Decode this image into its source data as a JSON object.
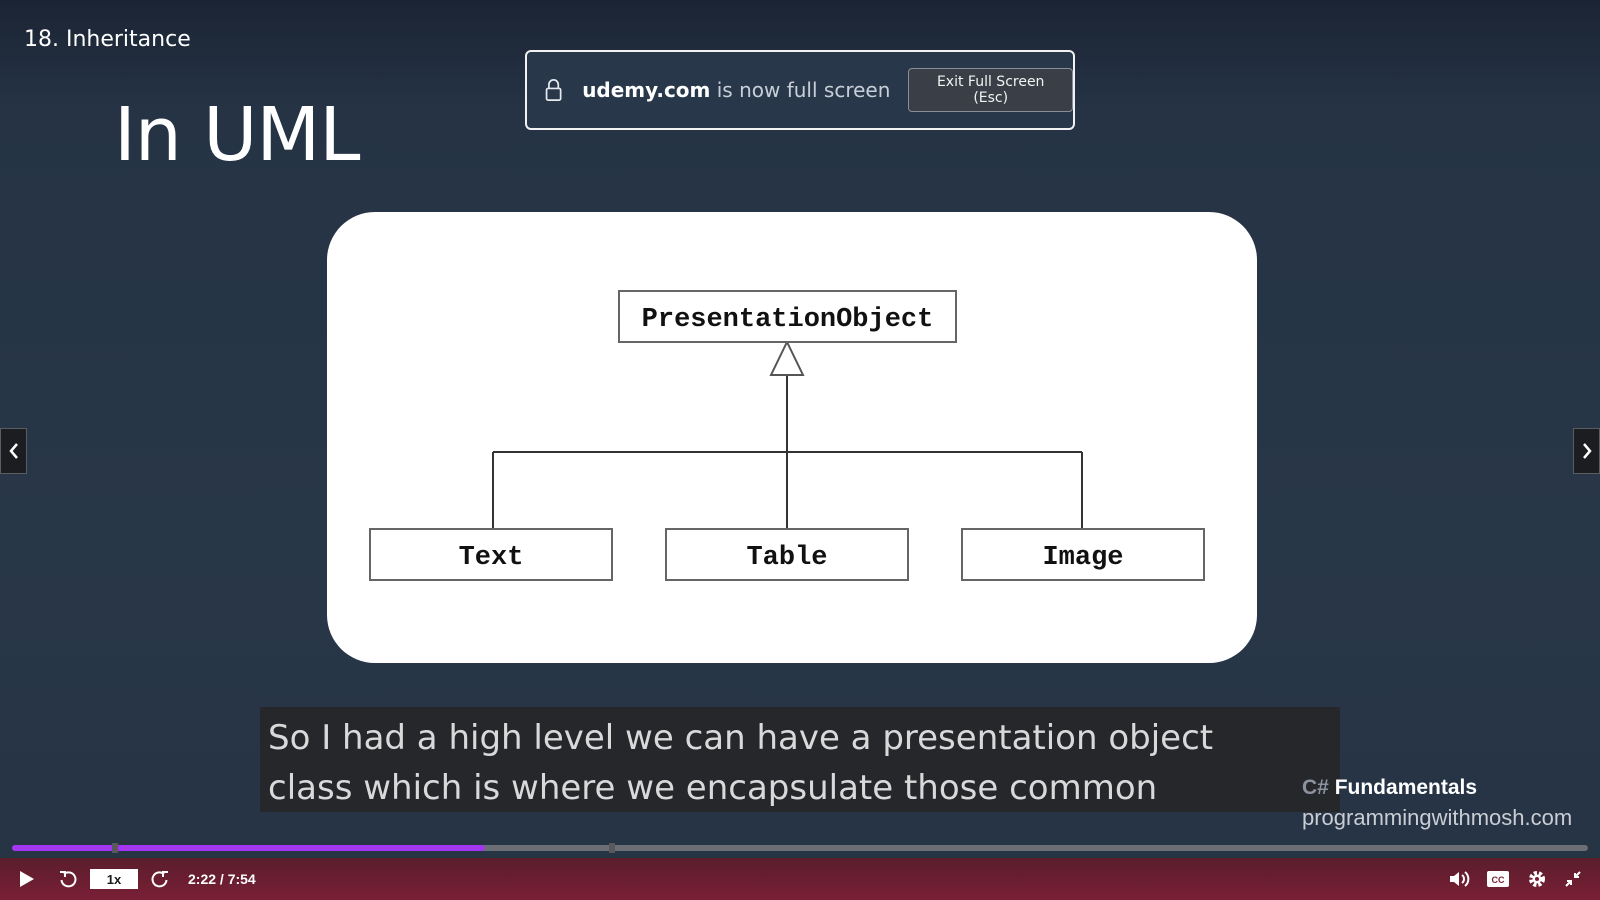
{
  "lecture": {
    "title": "18. Inheritance"
  },
  "slide": {
    "heading": "In UML"
  },
  "fullscreen_notice": {
    "domain": "udemy.com",
    "message": " is now full screen",
    "exit_label": "Exit Full Screen (Esc)"
  },
  "uml": {
    "parent": "PresentationObject",
    "children": [
      "Text",
      "Table",
      "Image"
    ]
  },
  "caption": {
    "line1": "So I had a high level we can have a presentation object",
    "line2": "class which is where we encapsulate those common"
  },
  "branding": {
    "prefix": "C#",
    "title": "Fundamentals",
    "url": "programmingwithmosh.com"
  },
  "player": {
    "speed": "1x",
    "time": "2:22 / 7:54",
    "progress": 0.3,
    "accent": "#a435f0"
  },
  "icons": {
    "prev": "chevron-left-icon",
    "next": "chevron-right-icon",
    "play": "play-icon",
    "rewind": "rewind-icon",
    "forward": "forward-icon",
    "volume": "volume-icon",
    "captions": "closed-captions-icon",
    "settings": "gear-icon",
    "fullscreen": "exit-fullscreen-icon"
  }
}
